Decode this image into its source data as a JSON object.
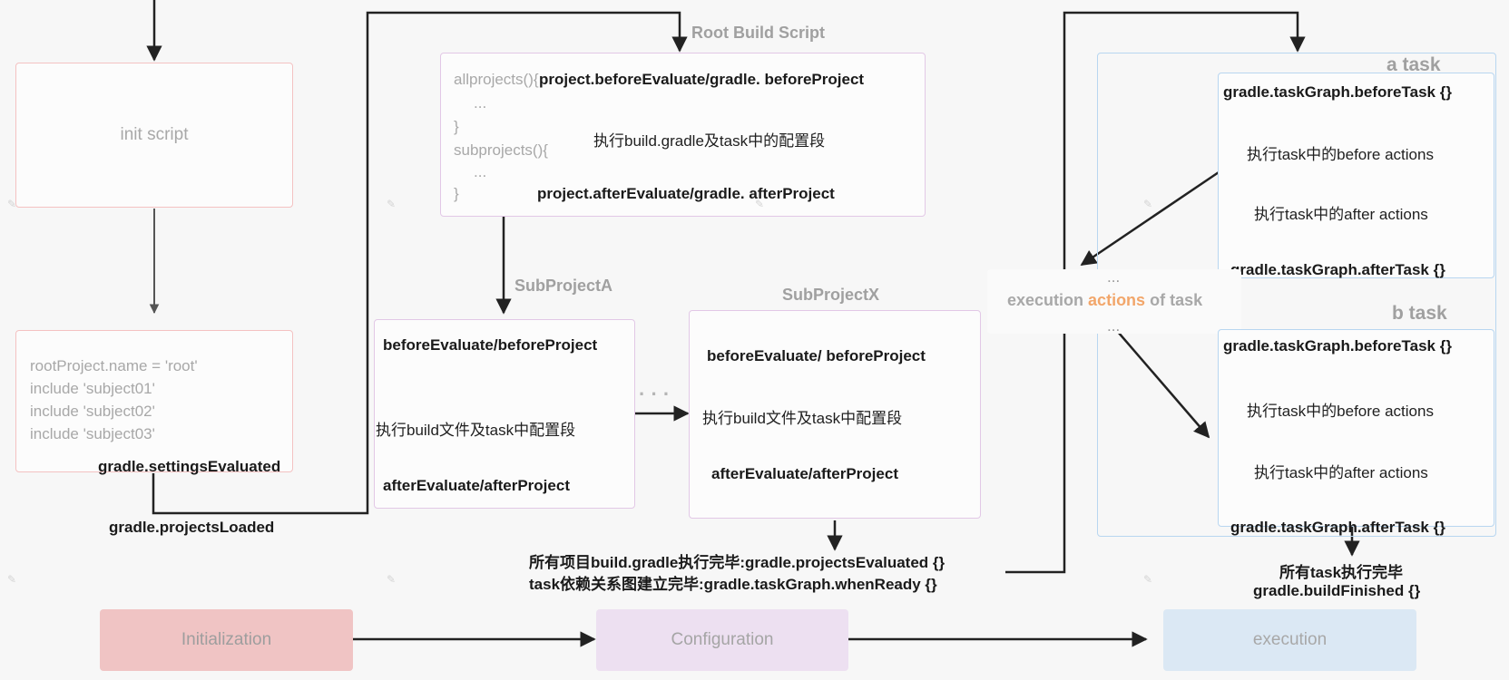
{
  "colors": {
    "init_border": "#f4c2c2",
    "config_border": "#e2c8e6",
    "exec_border": "#b8d6f0",
    "init_stage": "#f0c4c4",
    "config_stage": "#ede0f1",
    "exec_stage": "#dbe8f4",
    "accent_orange": "#f2a66a"
  },
  "init": {
    "init_script": "init script",
    "settings_lines": [
      "rootProject.name = 'root'",
      "include 'subject01'",
      "include 'subject02'",
      "include 'subject03'"
    ],
    "settings_evaluated": "gradle.settingsEvaluated",
    "projects_loaded": "gradle.projectsLoaded"
  },
  "root": {
    "label": "Root Build Script",
    "code_lines": [
      "allprojects(){",
      "...",
      "}",
      "subprojects(){",
      "...",
      "}"
    ],
    "before": "project.beforeEvaluate/gradle. beforeProject",
    "exec_config": "执行build.gradle及task中的配置段",
    "after": "project.afterEvaluate/gradle. afterProject"
  },
  "subA": {
    "label": "SubProjectA",
    "before": "beforeEvaluate/beforeProject",
    "exec": "执行build文件及task中配置段",
    "after": "afterEvaluate/afterProject"
  },
  "ellipsis": "· · ·",
  "subX": {
    "label": "SubProjectX",
    "before": "beforeEvaluate/ beforeProject",
    "exec": "执行build文件及task中配置段",
    "after": "afterEvaluate/afterProject"
  },
  "evaluated": {
    "line1": "所有项目build.gradle执行完毕:gradle.projectsEvaluated {}",
    "line2": "task依赖关系图建立完毕:gradle.taskGraph.whenReady {}"
  },
  "exec": {
    "a_task": {
      "label": "a task",
      "before_task": "gradle.taskGraph.beforeTask {}",
      "before_actions": "执行task中的before actions",
      "after_actions": "执行task中的after actions",
      "after_task": "gradle.taskGraph.afterTask {}"
    },
    "b_task": {
      "label": "b task",
      "before_task": "gradle.taskGraph.beforeTask {}",
      "before_actions": "执行task中的before actions",
      "after_actions": "执行task中的after actions",
      "after_task": "gradle.taskGraph.afterTask {}"
    },
    "dots": "...",
    "execution_prefix": "execution",
    "execution_accent": "actions",
    "execution_suffix": "of task",
    "finished_line1": "所有task执行完毕",
    "finished_line2": "gradle.buildFinished {}"
  },
  "stages": {
    "initialization": "Initialization",
    "configuration": "Configuration",
    "execution": "execution"
  }
}
